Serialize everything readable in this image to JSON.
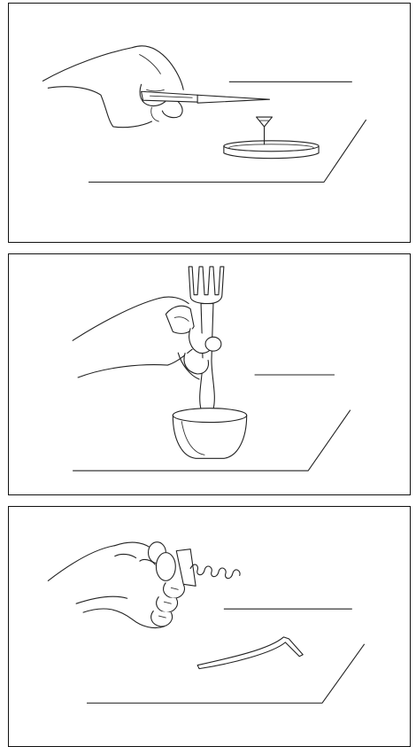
{
  "panels": [
    {
      "id": "panel-1",
      "tool": "knife",
      "answer": ""
    },
    {
      "id": "panel-2",
      "tool": "fork",
      "answer": ""
    },
    {
      "id": "panel-3",
      "tool": "corkscrew",
      "answer": ""
    }
  ],
  "colors": {
    "ink": "#222222",
    "background": "#ffffff"
  }
}
